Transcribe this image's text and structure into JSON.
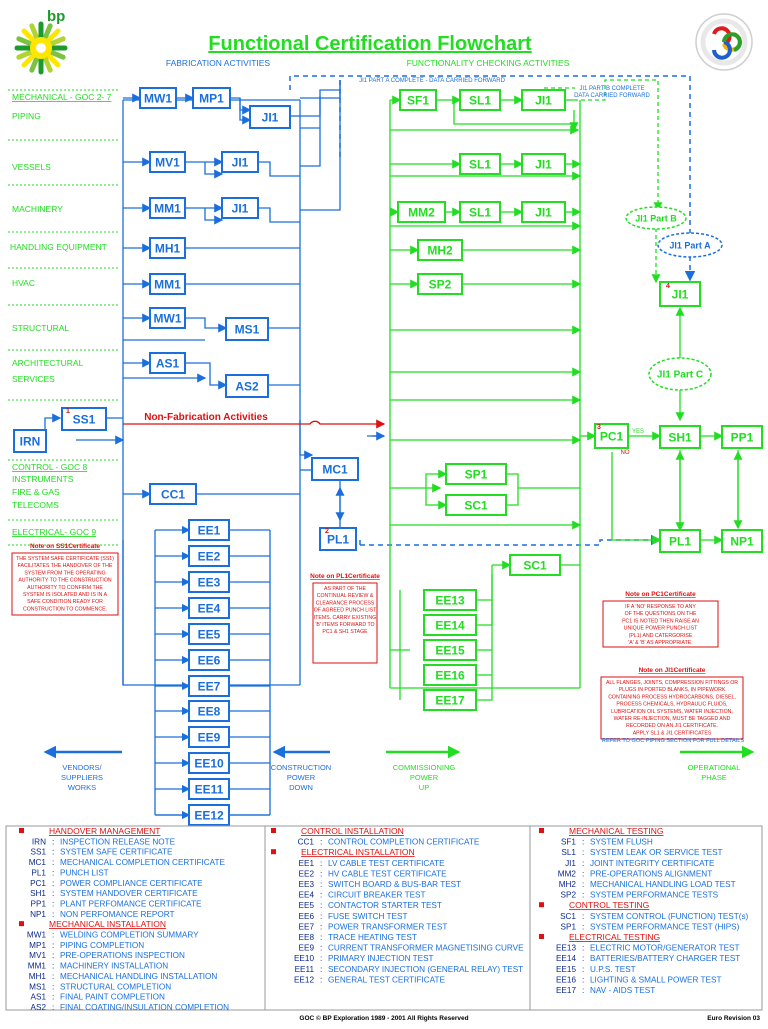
{
  "header": {
    "logo_text": "bp",
    "title": "Functional Certification Flowchart",
    "fabrication_heading": "FABRICATION  ACTIVITIES",
    "functionality_heading": "FUNCTIONALITY CHECKING ACTIVITIES"
  },
  "colors": {
    "blue": "#1a6fdc",
    "green": "#22dd22",
    "red": "#dd1111",
    "navy": "#0b2a8a"
  },
  "left_labels": [
    {
      "id": "mech",
      "text": "MECHANICAL - GOC 2- 7",
      "color": "green",
      "u": true
    },
    {
      "id": "piping",
      "text": "PIPING",
      "color": "green",
      "u": false
    },
    {
      "id": "vessels",
      "text": "VESSELS",
      "color": "green",
      "u": false
    },
    {
      "id": "machinery",
      "text": "MACHINERY",
      "color": "green",
      "u": false
    },
    {
      "id": "handling",
      "text": "HANDLING EQUIPMENT",
      "color": "green",
      "u": false
    },
    {
      "id": "hvac",
      "text": "HVAC",
      "color": "green",
      "u": false
    },
    {
      "id": "structural",
      "text": "STRUCTURAL",
      "color": "green",
      "u": false
    },
    {
      "id": "arch1",
      "text": "ARCHITECTURAL",
      "color": "green",
      "u": false
    },
    {
      "id": "arch2",
      "text": "SERVICES",
      "color": "green",
      "u": false
    },
    {
      "id": "control",
      "text": "CONTROL - GOC 8",
      "color": "green",
      "u": true
    },
    {
      "id": "instr",
      "text": "INSTRUMENTS",
      "color": "green",
      "u": false
    },
    {
      "id": "firegas",
      "text": "FIRE & GAS",
      "color": "green",
      "u": false
    },
    {
      "id": "telecoms",
      "text": "TELECOMS",
      "color": "green",
      "u": false
    },
    {
      "id": "elec",
      "text": "ELECTRICAL- GOC 9",
      "color": "green",
      "u": true
    }
  ],
  "blue_boxes": [
    {
      "id": "mw1a",
      "text": "MW1"
    },
    {
      "id": "mp1",
      "text": "MP1"
    },
    {
      "id": "ji1a",
      "text": "JI1"
    },
    {
      "id": "mv1",
      "text": "MV1"
    },
    {
      "id": "ji1b",
      "text": "JI1"
    },
    {
      "id": "mm1a",
      "text": "MM1"
    },
    {
      "id": "ji1c",
      "text": "JI1"
    },
    {
      "id": "mh1",
      "text": "MH1"
    },
    {
      "id": "mm1b",
      "text": "MM1"
    },
    {
      "id": "mw1b",
      "text": "MW1"
    },
    {
      "id": "ms1",
      "text": "MS1"
    },
    {
      "id": "as1",
      "text": "AS1"
    },
    {
      "id": "as2",
      "text": "AS2"
    },
    {
      "id": "irn",
      "text": "IRN"
    },
    {
      "id": "ss1",
      "text": "SS1"
    },
    {
      "id": "cc1",
      "text": "CC1"
    },
    {
      "id": "mc1",
      "text": "MC1"
    },
    {
      "id": "pl1b",
      "text": "PL1"
    },
    {
      "id": "ee1",
      "text": "EE1"
    },
    {
      "id": "ee2",
      "text": "EE2"
    },
    {
      "id": "ee3",
      "text": "EE3"
    },
    {
      "id": "ee4",
      "text": "EE4"
    },
    {
      "id": "ee5",
      "text": "EE5"
    },
    {
      "id": "ee6",
      "text": "EE6"
    },
    {
      "id": "ee7",
      "text": "EE7"
    },
    {
      "id": "ee8",
      "text": "EE8"
    },
    {
      "id": "ee9",
      "text": "EE9"
    },
    {
      "id": "ee10",
      "text": "EE10"
    },
    {
      "id": "ee11",
      "text": "EE11"
    },
    {
      "id": "ee12",
      "text": "EE12"
    }
  ],
  "green_boxes": [
    {
      "id": "sf1",
      "text": "SF1"
    },
    {
      "id": "sl1a",
      "text": "SL1"
    },
    {
      "id": "ji1d",
      "text": "JI1"
    },
    {
      "id": "sl1b",
      "text": "SL1"
    },
    {
      "id": "ji1e",
      "text": "JI1"
    },
    {
      "id": "mm2",
      "text": "MM2"
    },
    {
      "id": "sl1c",
      "text": "SL1"
    },
    {
      "id": "ji1f",
      "text": "JI1"
    },
    {
      "id": "mh2",
      "text": "MH2"
    },
    {
      "id": "sp2",
      "text": "SP2"
    },
    {
      "id": "ji1g",
      "text": "JI1"
    },
    {
      "id": "pc1",
      "text": "PC1"
    },
    {
      "id": "sh1",
      "text": "SH1"
    },
    {
      "id": "pp1",
      "text": "PP1"
    },
    {
      "id": "pl1g",
      "text": "PL1"
    },
    {
      "id": "np1",
      "text": "NP1"
    },
    {
      "id": "sp1",
      "text": "SP1"
    },
    {
      "id": "sc1a",
      "text": "SC1"
    },
    {
      "id": "sc1b",
      "text": "SC1"
    },
    {
      "id": "ee13",
      "text": "EE13"
    },
    {
      "id": "ee14",
      "text": "EE14"
    },
    {
      "id": "ee15",
      "text": "EE15"
    },
    {
      "id": "ee16",
      "text": "EE16"
    },
    {
      "id": "ee17",
      "text": "EE17"
    }
  ],
  "ellipses": [
    {
      "id": "ji1b_part",
      "text": "JI1 Part B"
    },
    {
      "id": "ji1a_part",
      "text": "JI1 Part A"
    },
    {
      "id": "ji1c_part",
      "text": "JI1 Part C"
    }
  ],
  "superscripts": [
    {
      "id": "sup_ss1",
      "text": "1"
    },
    {
      "id": "sup_pl1",
      "text": "2"
    },
    {
      "id": "sup_pc1",
      "text": "3"
    },
    {
      "id": "sup_ji1",
      "text": "4"
    }
  ],
  "flow_texts": [
    {
      "id": "ji1_part_a_note",
      "text": "JI1 PART A COMPLETE - DATA CARRIED FORWARD"
    },
    {
      "id": "ji1_part_b_note1",
      "text": "JI1 PART B COMPLETE"
    },
    {
      "id": "ji1_part_b_note2",
      "text": "DATA CARRIED FORWARD"
    },
    {
      "id": "non_fab",
      "text": "Non-Fabrication Activities"
    },
    {
      "id": "yes",
      "text": "YES"
    },
    {
      "id": "no",
      "text": "NO"
    }
  ],
  "bottom_labels": [
    {
      "id": "vendors",
      "lines": [
        "VENDORS/",
        "SUPPLIERS",
        "WORKS"
      ]
    },
    {
      "id": "construction",
      "lines": [
        "CONSTRUCTION",
        "POWER",
        "DOWN"
      ]
    },
    {
      "id": "commissioning",
      "lines": [
        "COMMISSIONING",
        "POWER",
        "UP"
      ]
    },
    {
      "id": "operational",
      "lines": [
        "OPERATIONAL",
        "PHASE"
      ]
    }
  ],
  "notes": [
    {
      "id": "note1",
      "heading": "Note on SS1Certificate",
      "lines": [
        "THE SYSTEM SAFE CERTIFICATE (SS1)",
        "FACILITATES THE HANDOVER OF THE",
        "SYSTEM FROM THE OPERATING",
        "AUTHORITY TO THE CONSTRUCTION",
        "AUTHORITY TO CONFIRM THE",
        "SYSTEM IS ISOLATED AND IS IN A",
        "SAFE CONDITION READY FOR",
        "CONSTRUCTION TO COMMENCE."
      ]
    },
    {
      "id": "note2",
      "heading": "Note on PL1Certificate",
      "lines": [
        "AS PART OF THE",
        "CONTINUAL REVIEW &",
        "CLEARANCE PROCESS",
        "OF AGREED PUNCH LIST",
        "ITEMS.  CARRY EXISTING",
        "'B' ITEMS FORWARD TO",
        "PC1 & SH1 STAGE"
      ]
    },
    {
      "id": "note3",
      "heading": "Note on PC1Certificate",
      "lines": [
        "IF A 'NO' RESPONSE TO ANY",
        "OF THE QUESTIONS ON THE",
        "PC1 IS NOTED THEN RAISE AN",
        "UNIQUE POWER PUNCH LIST",
        "(PL1) AND CATERGORISE",
        "'A' & 'B' AS APPROPRIATE."
      ]
    },
    {
      "id": "note4",
      "heading": "Note on JI1Certificate",
      "lines": [
        "ALL FLANGES, JOINTS, COMPRESSION FITTINGS OR",
        "PLUGS IN PORTED BLANKS, IN PIPEWORK",
        "CONTAINING PROCESS HYDROCARBONS, DIESEL,",
        "PROCESS CHEMICALS, HYDRAULIC FLUIDS,",
        "LUBRICATION OIL SYSTEMS, WATER INJECTION,",
        "WATER RE-INJECTION, MUST BE TAGGED AND",
        "RECORDED ON AN  JI1 CERTIFICATE.",
        "APPLY SL1 & JI1 CERTIFICATES"
      ]
    }
  ],
  "refer_note": "REFER TO GOC PIPING SECTION FOR FULL DETAILS",
  "legend": {
    "col1": [
      {
        "kind": "h",
        "text": "HANDOVER MANAGEMENT"
      },
      {
        "code": "IRN",
        "desc": "INSPECTION RELEASE NOTE"
      },
      {
        "code": "SS1",
        "desc": "SYSTEM SAFE CERTIFICATE"
      },
      {
        "code": "MC1",
        "desc": "MECHANICAL COMPLETION CERTIFICATE"
      },
      {
        "code": "PL1",
        "desc": "PUNCH LIST"
      },
      {
        "code": "PC1",
        "desc": "POWER COMPLIANCE CERTIFICATE"
      },
      {
        "code": "SH1",
        "desc": "SYSTEM HANDOVER CERTIFICATE"
      },
      {
        "code": "PP1",
        "desc": "PLANT PERFOMANCE CERTIFICATE"
      },
      {
        "code": "NP1",
        "desc": "NON PERFOMANCE REPORT"
      },
      {
        "kind": "h",
        "text": "MECHANICAL INSTALLATION"
      },
      {
        "code": "MW1",
        "desc": "WELDING COMPLETION SUMMARY"
      },
      {
        "code": "MP1",
        "desc": "PIPING COMPLETION"
      },
      {
        "code": "MV1",
        "desc": "PRE-OPERATIONS INSPECTION"
      },
      {
        "code": "MM1",
        "desc": "MACHINERY INSTALLATION"
      },
      {
        "code": "MH1",
        "desc": "MECHANICAL HANDLING INSTALLATION"
      },
      {
        "code": "MS1",
        "desc": "STRUCTURAL COMPLETION"
      },
      {
        "code": "AS1",
        "desc": "FINAL PAINT COMPLETION"
      },
      {
        "code": "AS2",
        "desc": "FINAL COATING/INSULATION COMPLETION"
      }
    ],
    "col2": [
      {
        "kind": "h",
        "text": "CONTROL INSTALLATION"
      },
      {
        "code": "CC1",
        "desc": "CONTROL COMPLETION CERTIFICATE"
      },
      {
        "kind": "h",
        "text": "ELECTRICAL INSTALLATION"
      },
      {
        "code": "EE1",
        "desc": "LV CABLE TEST CERTIFICATE"
      },
      {
        "code": "EE2",
        "desc": "HV CABLE TEST CERTIFICATE"
      },
      {
        "code": "EE3",
        "desc": "SWITCH BOARD & BUS-BAR TEST"
      },
      {
        "code": "EE4",
        "desc": "CIRCUIT BREAKER TEST"
      },
      {
        "code": "EE5",
        "desc": "CONTACTOR STARTER TEST"
      },
      {
        "code": "EE6",
        "desc": "FUSE SWITCH TEST"
      },
      {
        "code": "EE7",
        "desc": "POWER TRANSFORMER TEST"
      },
      {
        "code": "EE8",
        "desc": "TRACE HEATING TEST"
      },
      {
        "code": "EE9",
        "desc": "CURRENT TRANSFORMER MAGNETISING CURVE"
      },
      {
        "code": "EE10",
        "desc": "PRIMARY INJECTION TEST"
      },
      {
        "code": "EE11",
        "desc": "SECONDARY INJECTION (GENERAL RELAY) TEST"
      },
      {
        "code": "EE12",
        "desc": "GENERAL TEST CERTIFICATE"
      }
    ],
    "col3": [
      {
        "kind": "h",
        "text": "MECHANICAL TESTING"
      },
      {
        "code": "SF1",
        "desc": "SYSTEM  FLUSH"
      },
      {
        "code": "SL1",
        "desc": "SYSTEM LEAK OR SERVICE TEST"
      },
      {
        "code": "JI1",
        "desc": "JOINT INTEGRITY CERTIFICATE"
      },
      {
        "code": "MM2",
        "desc": "PRE-OPERATIONS ALIGNMENT"
      },
      {
        "code": "MH2",
        "desc": "MECHANICAL HANDLING LOAD TEST"
      },
      {
        "code": "SP2",
        "desc": "SYSTEM PERFORMANCE TESTS"
      },
      {
        "kind": "h",
        "text": "CONTROL TESTING"
      },
      {
        "code": "SC1",
        "desc": "SYSTEM CONTROL (FUNCTION) TEST(s)"
      },
      {
        "code": "SP1",
        "desc": "SYSTEM PERFORMANCE TEST (HIPS)"
      },
      {
        "kind": "h",
        "text": "ELECTRICAL TESTING"
      },
      {
        "code": "EE13",
        "desc": "ELECTRIC MOTOR/GENERATOR TEST"
      },
      {
        "code": "EE14",
        "desc": "BATTERIES/BATTERY CHARGER TEST"
      },
      {
        "code": "EE15",
        "desc": "U.P.S. TEST"
      },
      {
        "code": "EE16",
        "desc": "LIGHTING & SMALL POWER TEST"
      },
      {
        "code": "EE17",
        "desc": "NAV - AIDS TEST"
      }
    ]
  },
  "footer": {
    "center": "GOC ©     BP Exploration 1989 - 2001  All Rights Reserved",
    "right": "Euro Revision 03"
  }
}
